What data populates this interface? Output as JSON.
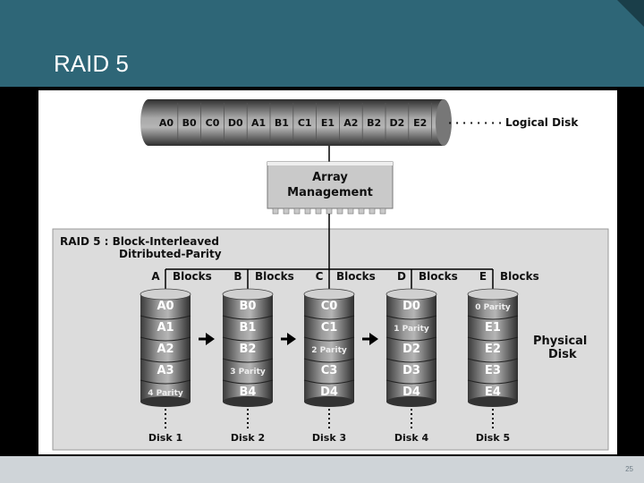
{
  "slide": {
    "title": "RAID 5",
    "page_number": "25"
  },
  "diagram": {
    "logical_blocks": [
      "A0",
      "B0",
      "C0",
      "D0",
      "A1",
      "B1",
      "C1",
      "E1",
      "A2",
      "B2",
      "D2",
      "E2"
    ],
    "logical_label": "Logical Disk",
    "array_mgmt": [
      "Array",
      "Management"
    ],
    "raid_title": [
      "RAID 5 : Block-Interleaved",
      "Ditributed-Parity"
    ],
    "physical_label": [
      "Physical",
      "Disk"
    ],
    "disks": [
      {
        "letter": "A",
        "blocks_label": "Blocks",
        "cells": [
          "A0",
          "A1",
          "A2",
          "A3",
          "4 Parity"
        ],
        "name": "Disk 1"
      },
      {
        "letter": "B",
        "blocks_label": "Blocks",
        "cells": [
          "B0",
          "B1",
          "B2",
          "3 Parity",
          "B4"
        ],
        "name": "Disk 2"
      },
      {
        "letter": "C",
        "blocks_label": "Blocks",
        "cells": [
          "C0",
          "C1",
          "2 Parity",
          "C3",
          "D4"
        ],
        "name": "Disk 3"
      },
      {
        "letter": "D",
        "blocks_label": "Blocks",
        "cells": [
          "D0",
          "1 Parity",
          "D2",
          "D3",
          "D4"
        ],
        "name": "Disk 4"
      },
      {
        "letter": "E",
        "blocks_label": "Blocks",
        "cells": [
          "0 Parity",
          "E1",
          "E2",
          "E3",
          "E4"
        ],
        "name": "Disk 5"
      }
    ]
  }
}
